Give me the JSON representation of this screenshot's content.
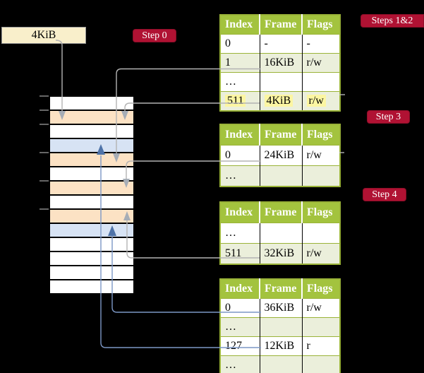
{
  "legend": {
    "label": "4KiB"
  },
  "badges": {
    "step0": "Step 0",
    "steps12": "Steps 1&2",
    "step3": "Step 3",
    "step4": "Step 4"
  },
  "colors": {
    "background": "#000000",
    "table_header_green": "#a3c33e",
    "table_border_green": "#9ab338",
    "row_light_green": "#ebefdb",
    "highlight_yellow": "#fcf6a2",
    "memory_white": "#ffffff",
    "memory_peach": "#fce2c4",
    "memory_blue": "#d7e3f4",
    "legend_cream": "#f9efcb",
    "badge_red": "#b01233",
    "connector_gray": "#b3b3b3",
    "connector_blue": "#7c97c6"
  },
  "memory": {
    "rows": [
      {
        "color": "#ffffff"
      },
      {
        "color": "#fce2c4"
      },
      {
        "color": "#ffffff"
      },
      {
        "color": "#d7e3f4"
      },
      {
        "color": "#fce2c4"
      },
      {
        "color": "#ffffff"
      },
      {
        "color": "#fce2c4"
      },
      {
        "color": "#ffffff"
      },
      {
        "color": "#fce2c4"
      },
      {
        "color": "#d7e3f4"
      },
      {
        "color": "#ffffff"
      },
      {
        "color": "#ffffff"
      },
      {
        "color": "#ffffff"
      },
      {
        "color": "#ffffff"
      }
    ]
  },
  "tables": {
    "t1": {
      "headers": [
        "Index",
        "Frame",
        "Flags"
      ],
      "rows": [
        [
          "0",
          "-",
          "-"
        ],
        [
          "1",
          "16KiB",
          "r/w"
        ],
        [
          "…",
          "",
          ""
        ],
        [
          "511",
          "4KiB",
          "r/w"
        ]
      ]
    },
    "t2": {
      "headers": [
        "Index",
        "Frame",
        "Flags"
      ],
      "rows": [
        [
          "0",
          "24KiB",
          "r/w"
        ],
        [
          "…",
          "",
          ""
        ]
      ]
    },
    "t3": {
      "headers": [
        "Index",
        "Frame",
        "Flags"
      ],
      "rows": [
        [
          "…",
          "",
          ""
        ],
        [
          "511",
          "32KiB",
          "r/w"
        ]
      ]
    },
    "t4": {
      "headers": [
        "Index",
        "Frame",
        "Flags"
      ],
      "rows": [
        [
          "0",
          "36KiB",
          "r/w"
        ],
        [
          "…",
          "",
          ""
        ],
        [
          "127",
          "12KiB",
          "r"
        ],
        [
          "…",
          "",
          ""
        ]
      ]
    }
  }
}
